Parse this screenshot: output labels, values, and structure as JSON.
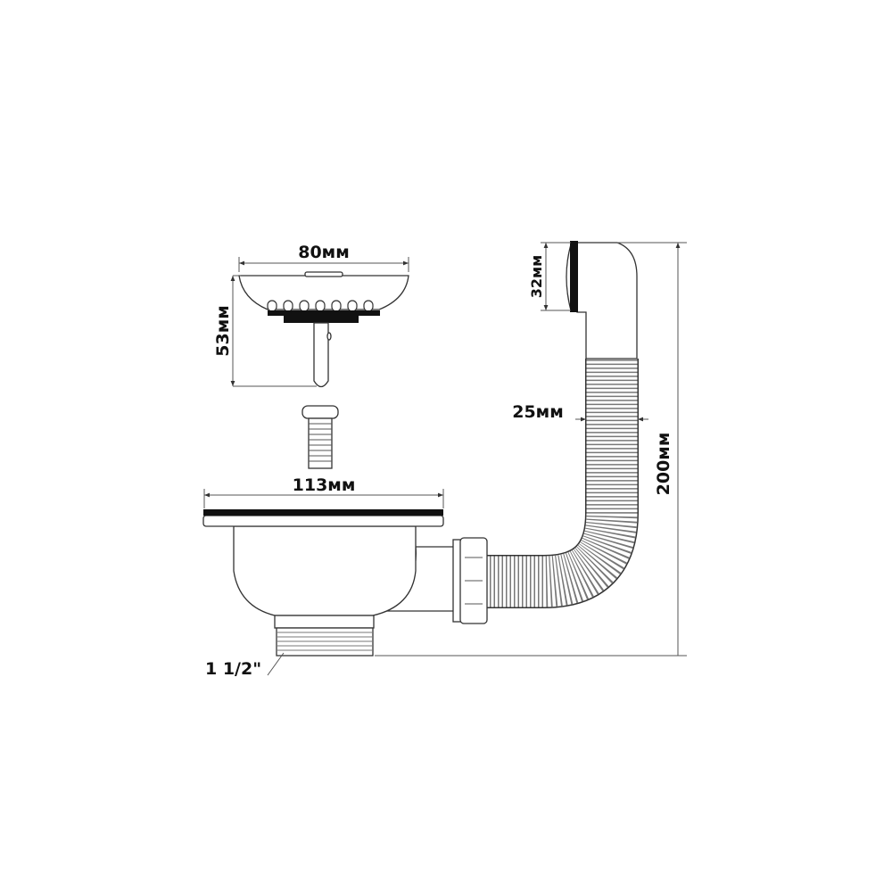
{
  "title": "Kitchen sink strainer with overflow – dimensions",
  "labels": {
    "basket_width": "80мм",
    "basket_height": "53мм",
    "flange_diameter": "113мм",
    "overflow_diameter": "32мм",
    "hose_diameter": "25мм",
    "total_height": "200мм",
    "outlet_thread": "1 1/2\""
  },
  "colors": {
    "line": "#333333",
    "gasket": "#111111",
    "dimension": "#555555"
  }
}
